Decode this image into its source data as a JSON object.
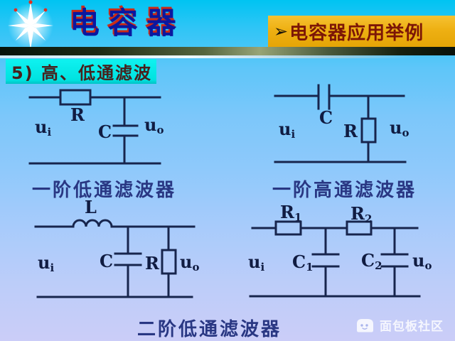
{
  "header": {
    "title": "电容器",
    "badge_arrow": "➢",
    "badge_label": "电容器应用举例"
  },
  "section_label": "5) 高、低通滤波",
  "circuits": {
    "lp1": {
      "caption": "一阶低通滤波器",
      "labels": {
        "ui_base": "u",
        "ui_sub": "i",
        "r": "R",
        "c": "C",
        "uo_base": "u",
        "uo_sub": "o"
      }
    },
    "hp1": {
      "caption": "一阶高通滤波器",
      "labels": {
        "ui_base": "u",
        "ui_sub": "i",
        "c": "C",
        "r": "R",
        "uo_base": "u",
        "uo_sub": "o"
      }
    },
    "lp2": {
      "labels": {
        "l": "L",
        "ui_base": "u",
        "ui_sub": "i",
        "c": "C",
        "r": "R",
        "uo_base": "u",
        "uo_sub": "o"
      }
    },
    "rc2": {
      "labels": {
        "r1_base": "R",
        "r1_sub": "1",
        "r2_base": "R",
        "r2_sub": "2",
        "ui_base": "u",
        "ui_sub": "i",
        "c1_base": "C",
        "c1_sub": "1",
        "c2_base": "C",
        "c2_sub": "2",
        "uo_base": "u",
        "uo_sub": "o"
      }
    },
    "bottom_caption": "二阶低通滤波器"
  },
  "watermark_label": "面包板社区",
  "colors": {
    "title_text": "#0a18a0",
    "title_shadow_red": "#cc2a16",
    "badge_bg": "#eeb013",
    "badge_text": "#7c1606",
    "badge_shadow_navy": "#1b2a6d",
    "section_highlight_bg": "#00e2e0",
    "section_text": "#47211d",
    "caption_text": "#293783",
    "circuit_ink": "#17254d",
    "background_top": "#00c4f2",
    "background_bottom": "#cbcdf8"
  }
}
